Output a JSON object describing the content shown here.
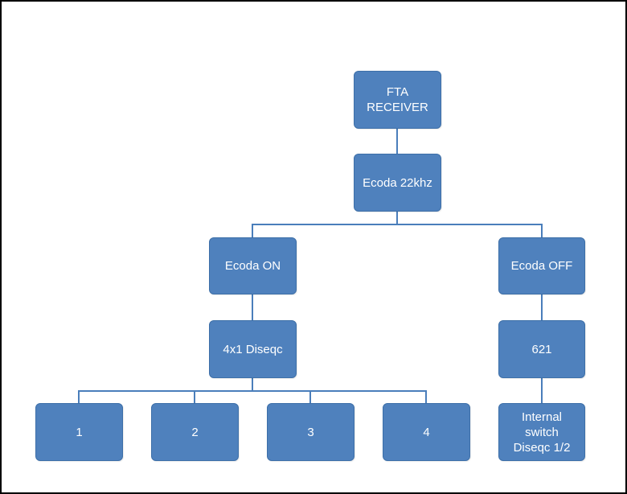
{
  "diagram": {
    "nodes": {
      "receiver": "FTA\nRECEIVER",
      "switch_22khz": "Ecoda 22khz",
      "ecoda_on": "Ecoda ON",
      "ecoda_off": "Ecoda OFF",
      "diseqc_4x1": "4x1 Diseqc",
      "switch_621": "621",
      "port_1": "1",
      "port_2": "2",
      "port_3": "3",
      "port_4": "4",
      "internal_switch": "Internal\nswitch\nDiseqc 1/2"
    },
    "colors": {
      "box_fill": "#4f81bd",
      "box_border": "#3d6fa8",
      "connector": "#4a7ebb",
      "text": "#ffffff"
    }
  }
}
